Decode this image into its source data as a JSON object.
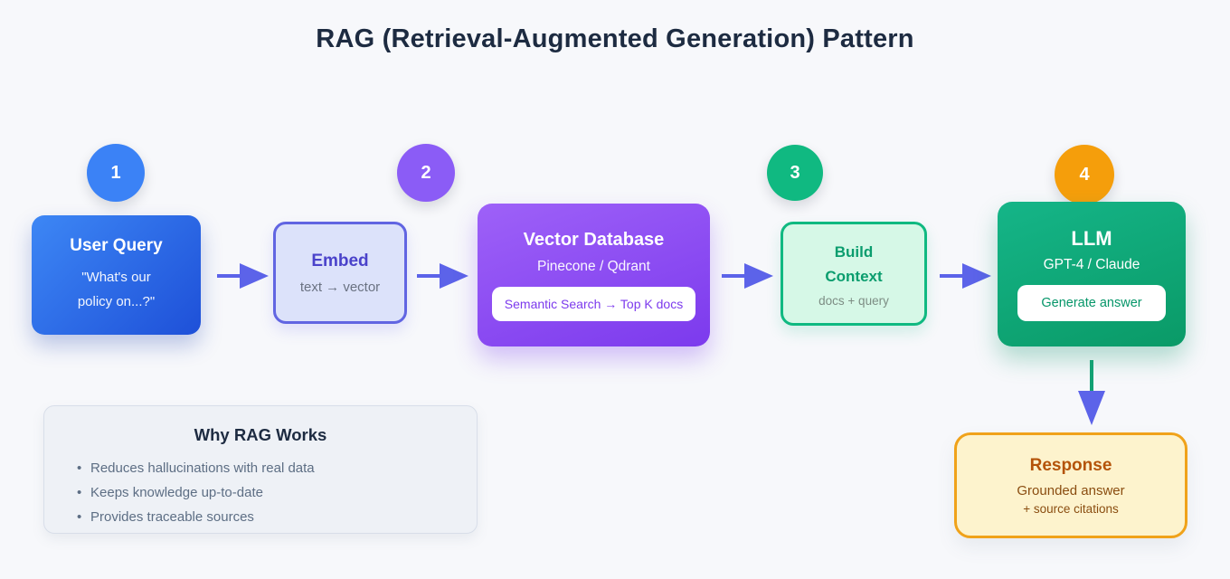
{
  "title": "RAG (Retrieval-Augmented Generation) Pattern",
  "badges": [
    {
      "label": "1"
    },
    {
      "label": "2"
    },
    {
      "label": "3"
    },
    {
      "label": "4"
    }
  ],
  "nodes": {
    "user_query": {
      "title": "User Query",
      "subtitle": "\"What's our policy on...?\""
    },
    "embed": {
      "title": "Embed",
      "subtitle": "text → vector"
    },
    "vector_db": {
      "title": "Vector Database",
      "subtitle": "Pinecone / Qdrant",
      "chip": "Semantic Search → Top K docs"
    },
    "build_context": {
      "title": "Build Context",
      "subtitle": "docs + query"
    },
    "llm": {
      "title": "LLM",
      "subtitle": "GPT-4 / Claude",
      "chip": "Generate answer"
    },
    "response": {
      "title": "Response",
      "line1": "Grounded answer",
      "line2": "+ source citations"
    }
  },
  "why": {
    "title": "Why RAG Works",
    "items": [
      "Reduces hallucinations with real data",
      "Keeps knowledge up-to-date",
      "Provides traceable sources"
    ]
  },
  "palette": {
    "background": "#f7f8fb",
    "title_text": "#1d2b41",
    "badge_blue": "#3b82f6",
    "badge_purple": "#8b5cf6",
    "badge_green": "#10b981",
    "badge_orange": "#f59e0b",
    "arrow_indigo": "#5c63e9",
    "arrow_stem_green": "#12a173",
    "user_query_gradient": [
      "#3d87f5",
      "#1e50d8"
    ],
    "embed_fill": "#dce2fa",
    "embed_border": "#6165e2",
    "vector_db_gradient": [
      "#9e61f8",
      "#7c3aed"
    ],
    "build_context_fill": "#d6f8e7",
    "build_context_border": "#10b981",
    "llm_gradient": [
      "#15b588",
      "#0a9a67"
    ],
    "response_fill": "#fdf3cd",
    "response_border": "#f0a21a",
    "response_text": "#b45309",
    "why_fill": "#eef1f6"
  }
}
